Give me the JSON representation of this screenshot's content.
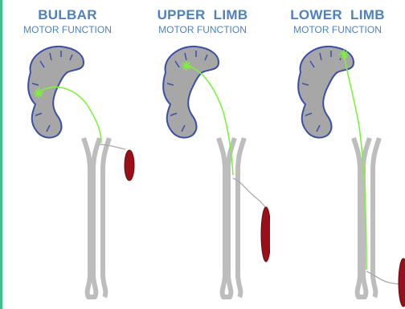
{
  "panels": [
    {
      "title": "BULBAR",
      "subtitle": "MOTOR FUNCTION"
    },
    {
      "title": "UPPER  LIMB",
      "subtitle": "MOTOR FUNCTION"
    },
    {
      "title": "LOWER  LIMB",
      "subtitle": "MOTOR FUNCTION"
    }
  ],
  "colors": {
    "heading": "#4e81bd",
    "brain_fill": "#a7a7a7",
    "brain_outline": "#3a4fa8",
    "neuron": "#7ef23a",
    "spinal_cord": "#bdbdbd",
    "muscle": "#9b0f18",
    "frame": "#3fbf8a"
  }
}
